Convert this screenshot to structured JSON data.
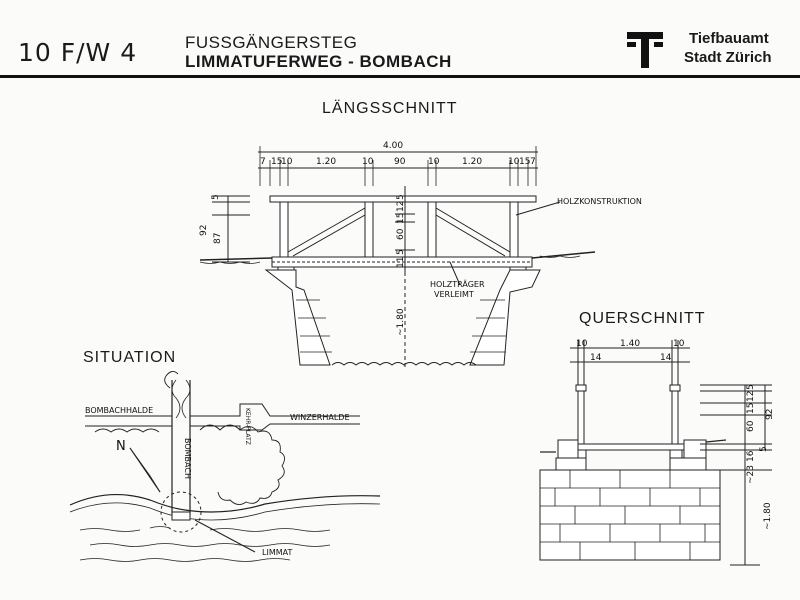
{
  "header": {
    "code": "10 F/W 4",
    "title_line1": "FUSSGÄNGERSTEG",
    "title_line2": "LIMMATUFERWEG - BOMBACH",
    "org_line1": "Tiefbauamt",
    "org_line2": "Stadt Zürich"
  },
  "longitudinal": {
    "title": "LÄNGSSCHNITT",
    "total_width": "4.00",
    "segments": [
      "7",
      "15",
      "10",
      "1.20",
      "10",
      "90",
      "10",
      "1.20",
      "10",
      "15",
      "7"
    ],
    "vertical_dims": [
      "5",
      "12",
      "15",
      "60",
      "5",
      "11"
    ],
    "side_dims": [
      "5",
      "92",
      "87"
    ],
    "depth": "~1.80",
    "label_timber": "HOLZKONSTRUKTION",
    "label_beam_1": "HOLZTRÄGER",
    "label_beam_2": "VERLEIMT"
  },
  "cross_section": {
    "title": "QUERSCHNITT",
    "top_dims": [
      "10",
      "1.40",
      "10"
    ],
    "post_dims": [
      "14",
      "14"
    ],
    "vertical_dims": [
      "5",
      "12",
      "15",
      "60",
      "16",
      "5",
      "~23"
    ],
    "side_dims": [
      "92",
      "~1.80"
    ]
  },
  "situation": {
    "title": "SITUATION",
    "label_bombachhalde": "BOMBACHHALDE",
    "label_winzerhalde": "WINZERHALDE",
    "label_kehrplatz": "KEHR-PLATZ",
    "label_bombach": "BOMBACH",
    "label_limmat": "LIMMAT",
    "north": "N"
  }
}
